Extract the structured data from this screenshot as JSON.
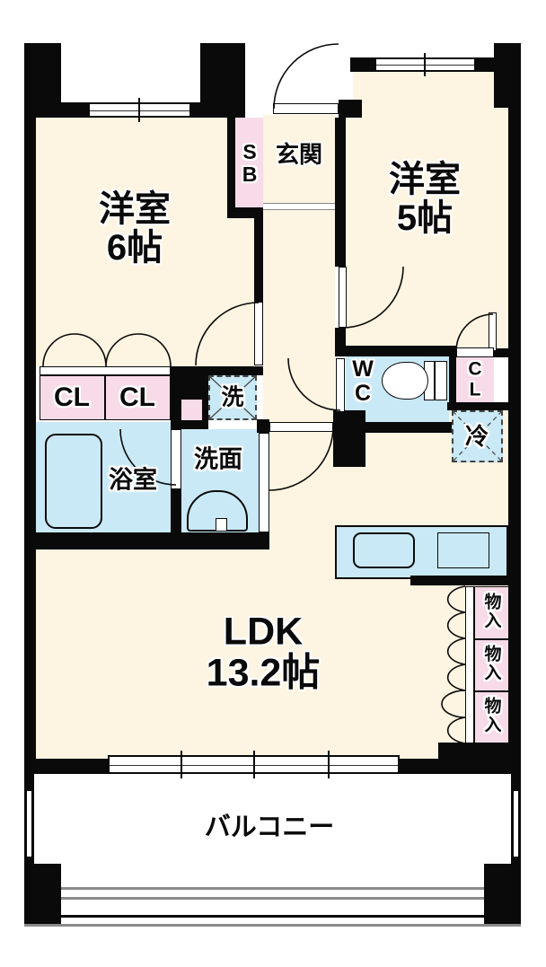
{
  "plan": {
    "type": "apartment-floor-plan",
    "rooms": {
      "western6": {
        "label": "洋室",
        "size": "6帖"
      },
      "western5": {
        "label": "洋室",
        "size": "5帖"
      },
      "ldk": {
        "label": "LDK",
        "size": "13.2帖"
      },
      "entrance": {
        "label": "玄関"
      },
      "bathroom": {
        "label": "浴室"
      },
      "washroom": {
        "label": "洗面"
      },
      "toilet": {
        "chars": [
          "W",
          "C"
        ]
      },
      "balcony": {
        "label": "バルコニー"
      }
    },
    "fixtures": {
      "shoe_box": {
        "chars": [
          "S",
          "B"
        ]
      },
      "closet_left_a": {
        "label": "CL"
      },
      "closet_left_b": {
        "label": "CL"
      },
      "closet_5jo": {
        "chars": [
          "C",
          "L"
        ]
      },
      "washer_space": {
        "label": "洗"
      },
      "refrigerator_space": {
        "label": "冷"
      },
      "storage": {
        "chars": [
          "物",
          "入"
        ]
      }
    },
    "colors": {
      "floor": "#FDF4E1",
      "wet_area": "#C9E9F6",
      "closet": "#F8DBE8",
      "wall": "#0a0a0a",
      "background": "#ffffff"
    }
  }
}
